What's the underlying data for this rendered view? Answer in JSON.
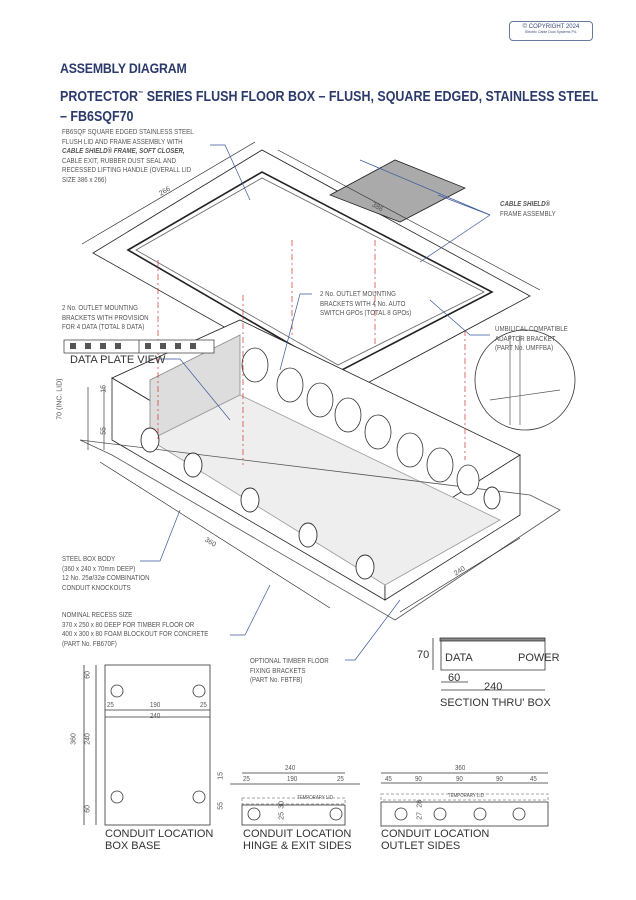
{
  "copyright": {
    "line1": "© COPYRIGHT 2024",
    "line2": "Electric Cable Duct Systems P/L"
  },
  "header": {
    "section": "ASSEMBLY DIAGRAM",
    "title_main": "PROTECTOR",
    "title_tm": "™",
    "title_rest": " SERIES FLUSH FLOOR BOX – FLUSH, SQUARE EDGED, STAINLESS STEEL",
    "title_line2": "– FB6SQF70"
  },
  "labels": {
    "lid": [
      "FB6SQF SQUARE EDGED STAINLESS STEEL",
      "FLUSH LID AND FRAME ASSEMBLY WITH",
      "CABLE SHIELD® FRAME, SOFT CLOSER,",
      "CABLE EXIT, RUBBER DUST SEAL AND",
      "RECESSED LIFTING HANDLE (OVERALL LID",
      "SIZE 386 x 266)"
    ],
    "cable_shield": [
      "CABLE SHIELD®",
      "FRAME ASSEMBLY"
    ],
    "data_brackets": [
      "2 No. OUTLET MOUNTING",
      "BRACKETS WITH PROVISION",
      "FOR 4 DATA (TOTAL 8 DATA)"
    ],
    "gpo_brackets": [
      "2 No. OUTLET MOUNTING",
      "BRACKETS WITH 4 No. AUTO",
      "SWITCH GPOs (TOTAL 8 GPOs)"
    ],
    "umbilical": [
      "UMBILICAL COMPATIBLE",
      "ADAPTOR BRACKET",
      "(PART No. UMFFBA)"
    ],
    "data_plate_view": "DATA PLATE VIEW",
    "steel_box": [
      "STEEL BOX BODY",
      "(360 x 240 x 70mm DEEP)",
      "12 No. 25ø/32ø COMBINATION",
      "CONDUIT KNOCKOUTS"
    ],
    "recess": [
      "NOMINAL RECESS SIZE",
      "370 x 250 x 80 DEEP FOR TIMBER FLOOR OR",
      "400 x 300 x 80 FOAM BLOCKOUT FOR CONCRETE",
      "(PART No. FB670F)"
    ],
    "timber": [
      "OPTIONAL TIMBER FLOOR",
      "FIXING BRACKETS",
      "(PART No. FBTFB)"
    ]
  },
  "dims": {
    "lid_w": "266",
    "lid_l": "386",
    "box_l": "360",
    "box_w": "240",
    "h70": "70",
    "h_inc": "(INC. LID)",
    "h15": "15",
    "h55": "55"
  },
  "section": {
    "title": "SECTION THRU' BOX",
    "data": "DATA",
    "power": "POWER",
    "h": "70",
    "d60": "60",
    "d240": "240"
  },
  "base": {
    "title1": "CONDUIT  LOCATION",
    "title2": "BOX BASE",
    "d360": "360",
    "d240v": "240",
    "d60a": "60",
    "d60b": "60",
    "d25a": "25",
    "d190": "190",
    "d25b": "25",
    "d240": "240"
  },
  "hinge": {
    "title1": "CONDUIT  LOCATION",
    "title2": "HINGE & EXIT SIDES",
    "d240": "240",
    "d25a": "25",
    "d190": "190",
    "d25b": "25",
    "d15": "15",
    "d55": "55",
    "d30": "30",
    "d25v": "25",
    "lid": "TEMPORARY LID"
  },
  "outlet": {
    "title1": "CONDUIT  LOCATION",
    "title2": "OUTLET SIDES",
    "d360": "360",
    "d45a": "45",
    "d90a": "90",
    "d90b": "90",
    "d90c": "90",
    "d45b": "45",
    "d28": "28",
    "d27": "27",
    "lid": "TEMPORARY LID"
  }
}
